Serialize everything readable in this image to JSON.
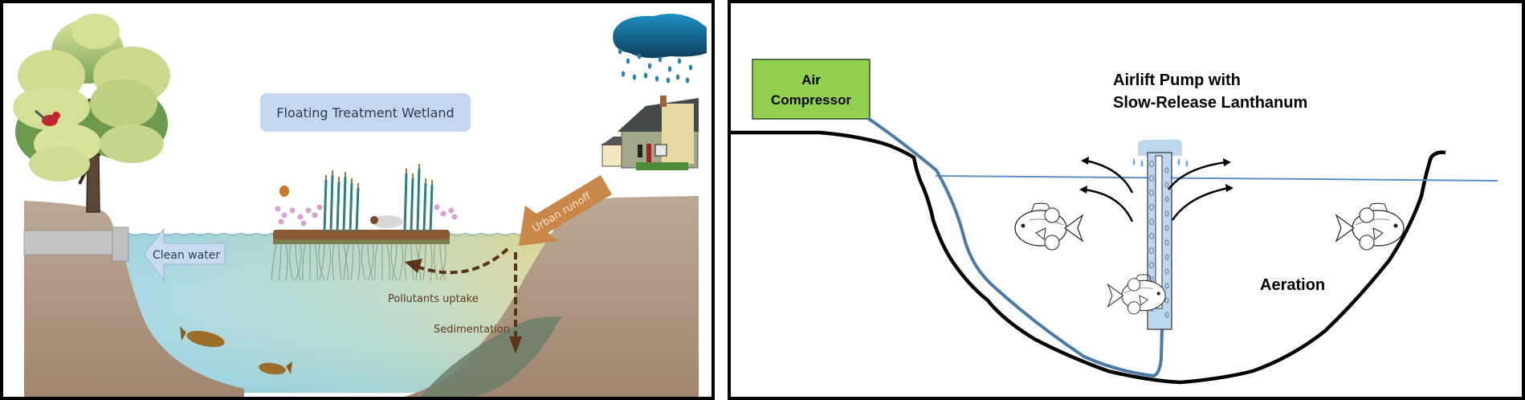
{
  "left_panel": {
    "title": "Floating Treatment Wetland",
    "labels": {
      "clean_water": "Clean water",
      "urban_runoff": "Urban runoff",
      "pollutants_uptake": "Pollutants uptake",
      "sedimentation": "Sedimentation"
    },
    "icons": [
      "tree-icon",
      "bird-icon",
      "rain-cloud-icon",
      "house-icon",
      "pipe-icon",
      "floating-wetland-icon",
      "butterfly-icon",
      "duck-icon",
      "carp-fish-icon"
    ],
    "colors": {
      "title_box": "#c5d7ee",
      "soil": "#a8907a",
      "water_blue": "#9fd3e0",
      "water_yellow": "#e0d48e",
      "runoff_arrow": "#c9874a",
      "dashed_arrow": "#5a3418",
      "sediment": "#6b7c6a"
    }
  },
  "right_panel": {
    "title_line1": "Airlift Pump with",
    "title_line2": "Slow-Release Lanthanum",
    "compressor_label_line1": "Air",
    "compressor_label_line2": "Compressor",
    "aeration_label": "Aeration",
    "icons": [
      "air-compressor-box",
      "airlift-pump-tube",
      "sunfish-icon",
      "flow-arrow-icon",
      "water-drop-icon"
    ],
    "colors": {
      "compressor_box": "#92d050",
      "air_line": "#4a7aa8",
      "water_line": "#5b8fc9",
      "pump_tube": "#bdd7ee",
      "pond_outline": "#000000"
    }
  }
}
